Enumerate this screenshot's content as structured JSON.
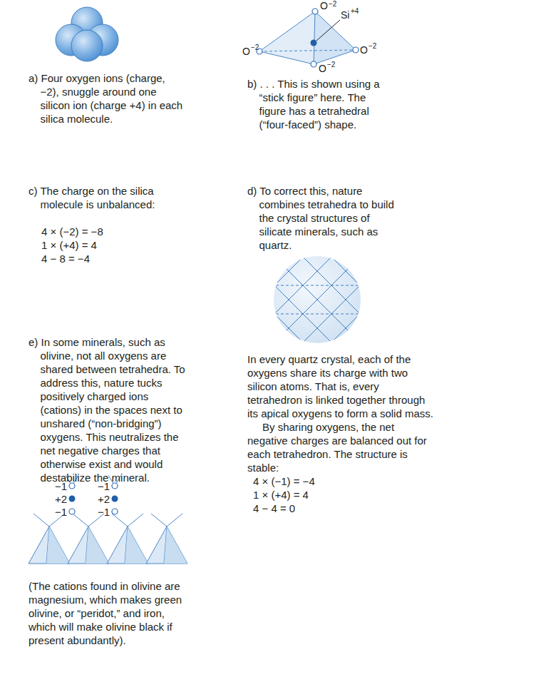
{
  "diagram": {
    "labels": [
      "a) Four oxygen ions (charge, −2), snuggle around one silicon ion (charge +4) in each silica molecule.",
      "b) . . . This is shown using a “stick figure” here. The figure has a tetrahedral (“four-faced”) shape.",
      "c) The charge on the silica molecule is unbalanced:",
      "4 × (−2) = −8",
      "1 × (+4) = 4",
      "4 − 8 = −4",
      "d) To correct this, nature combines tetrahedra to build the crystal structures of silicate minerals, such as quartz.",
      "In every quartz crystal, each of the oxygens share its charge with two silicon atoms. That is, every tetrahedron is linked together through its apical oxygens to form a solid mass.",
      "By sharing oxygens, the net negative charges are balanced out for each tetrahedron. The structure is stable:",
      "4 × (−1) = −4",
      "1 × (+4) = 4",
      "4 − 4 = 0",
      "e) In some minerals, such as olivine, not all oxygens are shared between tetrahedra. To address this, nature tucks positively charged ions (cations) in the spaces next to unshared (“non-bridging”) oxygens. This neutralizes the net negative charges that otherwise exist and would destabilize the mineral.",
      "−1",
      "+2",
      "−1",
      "−1",
      "+2",
      "−1",
      "(The cations found in olivine are magnesium, which makes green olivine, or “peridot,” and iron, which will make olivine black if present abundantly).",
      "O",
      "−2",
      "O",
      "−2",
      "O",
      "−2",
      "O",
      "−2",
      "Si",
      "+4"
    ]
  }
}
